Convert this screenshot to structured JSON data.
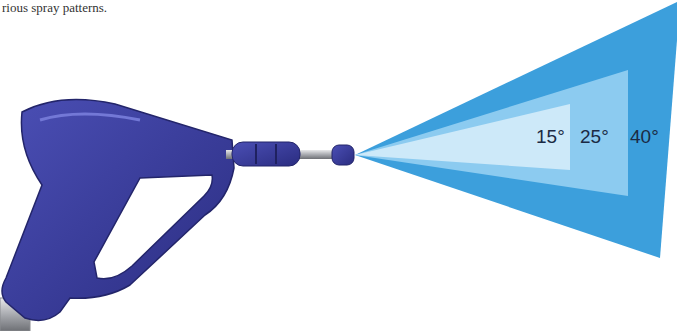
{
  "diagram": {
    "labels": [
      "rious spray patterns.",
      "15°",
      "25°",
      "40°"
    ]
  }
}
